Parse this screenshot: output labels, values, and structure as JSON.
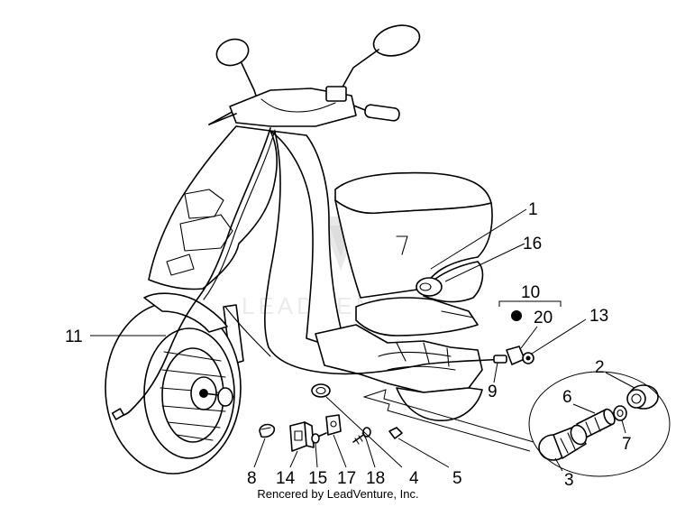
{
  "callouts": {
    "c1": "1",
    "c2": "2",
    "c3": "3",
    "c4": "4",
    "c5": "5",
    "c6": "6",
    "c7": "7",
    "c8": "8",
    "c9": "9",
    "c10": "10",
    "c11": "11",
    "c13": "13",
    "c14": "14",
    "c15": "15",
    "c16": "16",
    "c17": "17",
    "c18": "18",
    "c20": "20"
  },
  "watermark": {
    "text": "LEADVENTURE"
  },
  "footer": {
    "text": "Rencered by LeadVenture, Inc."
  }
}
